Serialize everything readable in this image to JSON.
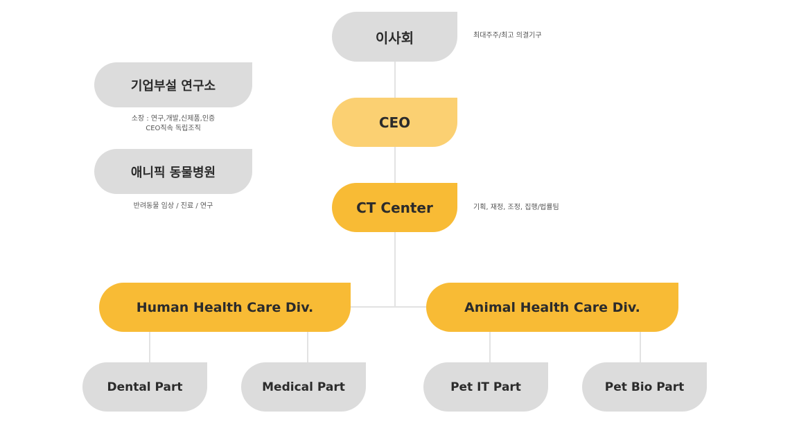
{
  "top": {
    "board": "이사회",
    "board_note": "최대주주/최고 의결기구",
    "ceo": "CEO",
    "ct_center": "CT Center",
    "ct_note": "기획, 재정, 조정, 집행/법률팀"
  },
  "side": {
    "lab": "기업부설 연구소",
    "lab_note_line1": "소장 : 연구,개발,신제품,인증",
    "lab_note_line2": "CEO직속 독립조직",
    "hospital": "애니픽 동물병원",
    "hospital_note": "반려동물 임상 / 진료 / 연구"
  },
  "divisions": {
    "human": "Human Health Care Div.",
    "animal": "Animal Health Care Div."
  },
  "parts": {
    "dental": "Dental Part",
    "medical": "Medical Part",
    "pet_it": "Pet IT Part",
    "pet_bio": "Pet Bio Part"
  },
  "colors": {
    "gray": "#dcdcdc",
    "light_yellow": "#fbd072",
    "yellow": "#f8bb35",
    "connector": "#e2e2e2"
  }
}
